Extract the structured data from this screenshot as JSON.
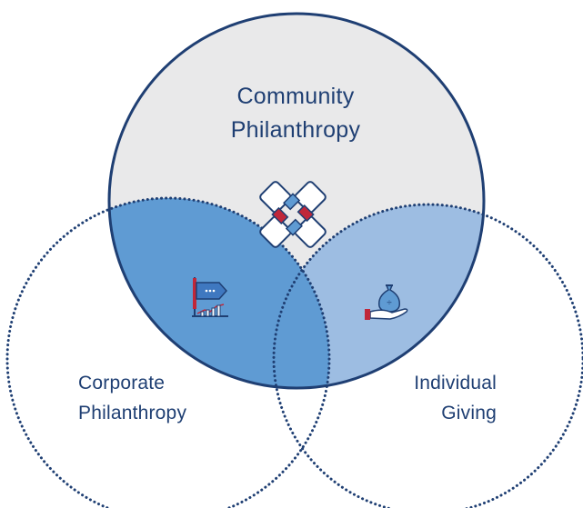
{
  "diagram": {
    "type": "venn",
    "circles": [
      {
        "id": "community",
        "label_lines": [
          "Community",
          "Philanthropy"
        ],
        "icon": "hands-circle-icon"
      },
      {
        "id": "corporate",
        "label_lines": [
          "Corporate",
          "Philanthropy"
        ],
        "icon": "flag-growth-chart-icon"
      },
      {
        "id": "individual",
        "label_lines": [
          "Individual",
          "Giving"
        ],
        "icon": "money-bag-hand-icon"
      }
    ],
    "colors": {
      "community_fill": "#e9e9ea",
      "outline": "#1f3f73",
      "corporate_overlap": "#5f9bd3",
      "individual_overlap": "#9dbde2",
      "label": "#1f3f73",
      "icon_red": "#c0273a",
      "icon_blue": "#5f9bd3"
    }
  }
}
